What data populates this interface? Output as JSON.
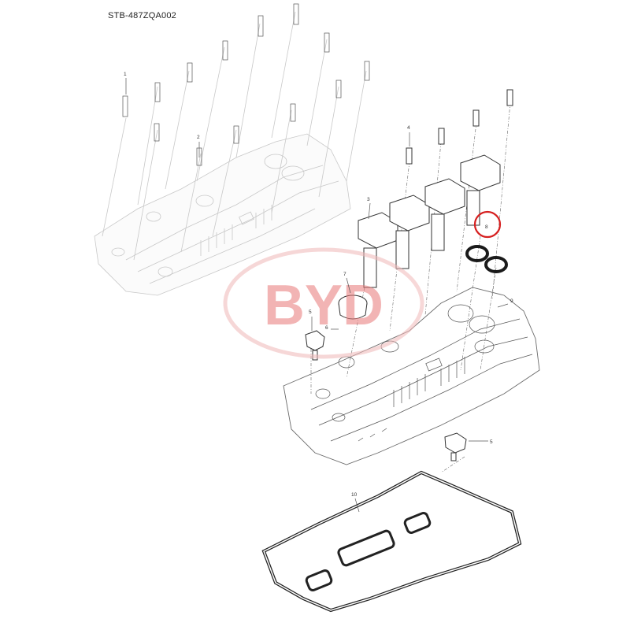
{
  "document": {
    "code": "STB-487ZQA002"
  },
  "callouts": {
    "c1": "1",
    "c2": "2",
    "c3": "3",
    "c4": "4",
    "c5a": "5",
    "c5b": "5",
    "c6": "6",
    "c7": "7",
    "c8": "8",
    "c9": "9",
    "c10": "10"
  },
  "watermark": {
    "brand": "BYD",
    "color": "#e87878",
    "ring_color": "#f0b8b8"
  },
  "highlight": {
    "color": "#d62020",
    "target_callout": "8"
  },
  "colors": {
    "line": "#555555",
    "ghost": "#c8c8c8",
    "seal": "#1a1a1a"
  }
}
